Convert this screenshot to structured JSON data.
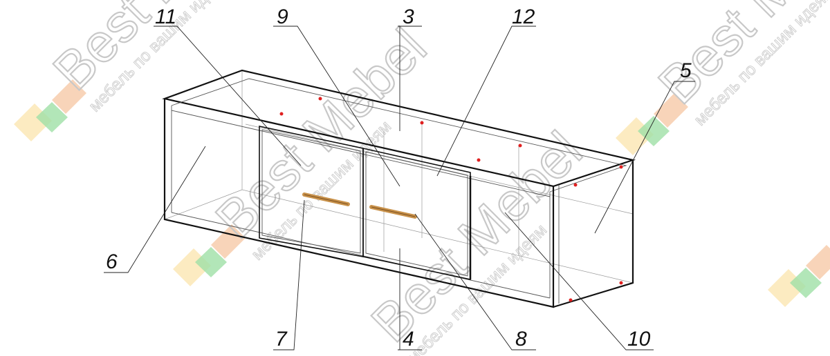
{
  "watermark": {
    "brand": "Best Mebel",
    "tagline": "мебель по вашим идеям",
    "colors": {
      "orange": "#f6c9a8",
      "green": "#9fe0a6",
      "yellow": "#fbe6b2",
      "text": "#c8c8c8"
    }
  },
  "parts": {
    "p3": "3",
    "p4": "4",
    "p5": "5",
    "p6": "6",
    "p7": "7",
    "p8": "8",
    "p9": "9",
    "p10": "10",
    "p11": "11",
    "p12": "12"
  },
  "colors": {
    "line": "#111111",
    "handle": "#c8914a",
    "pin": "#e02020"
  }
}
